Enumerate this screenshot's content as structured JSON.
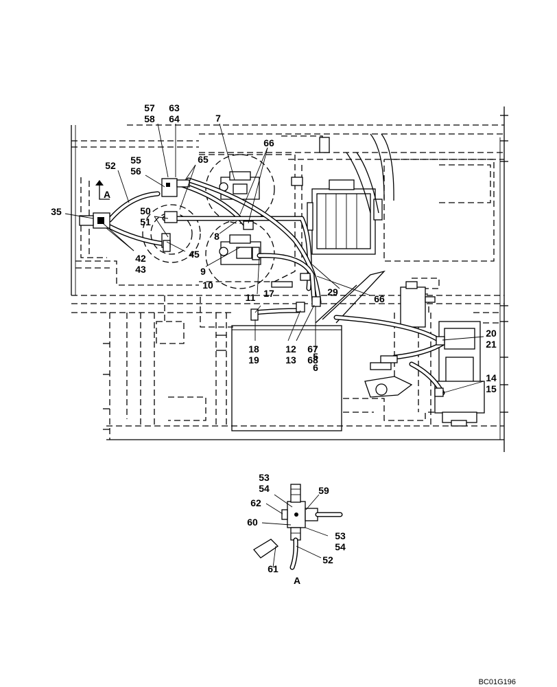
{
  "drawing_code": "BC01G196",
  "detail": {
    "view_label": "A"
  },
  "callouts": [
    {
      "key": "c57_58",
      "lines": [
        "57",
        "58"
      ]
    },
    {
      "key": "c63_64",
      "lines": [
        "63",
        "64"
      ]
    },
    {
      "key": "c7",
      "lines": [
        "7"
      ]
    },
    {
      "key": "c66a",
      "lines": [
        "66"
      ]
    },
    {
      "key": "c55_56",
      "lines": [
        "55",
        "56"
      ]
    },
    {
      "key": "c65",
      "lines": [
        "65"
      ]
    },
    {
      "key": "c52",
      "lines": [
        "52"
      ]
    },
    {
      "key": "cA",
      "lines": [
        "A"
      ]
    },
    {
      "key": "c35",
      "lines": [
        "35"
      ]
    },
    {
      "key": "c50_51",
      "lines": [
        "50",
        "51"
      ]
    },
    {
      "key": "c8",
      "lines": [
        "8"
      ]
    },
    {
      "key": "c45",
      "lines": [
        "45"
      ]
    },
    {
      "key": "c42_43",
      "lines": [
        "42",
        "43"
      ]
    },
    {
      "key": "c9",
      "lines": [
        "9"
      ]
    },
    {
      "key": "c10",
      "lines": [
        "10"
      ]
    },
    {
      "key": "c11",
      "lines": [
        "11"
      ]
    },
    {
      "key": "c17",
      "lines": [
        "17"
      ]
    },
    {
      "key": "c29",
      "lines": [
        "29"
      ]
    },
    {
      "key": "c66b",
      "lines": [
        "66"
      ]
    },
    {
      "key": "c18_19",
      "lines": [
        "18",
        "19"
      ]
    },
    {
      "key": "c12_13",
      "lines": [
        "12",
        "13"
      ]
    },
    {
      "key": "c67_68",
      "lines": [
        "67",
        "68"
      ]
    },
    {
      "key": "c5_6",
      "lines": [
        "5",
        "6"
      ]
    },
    {
      "key": "c20_21",
      "lines": [
        "20",
        "21"
      ]
    },
    {
      "key": "c14_15",
      "lines": [
        "14",
        "15"
      ]
    },
    {
      "key": "d53_54a",
      "lines": [
        "53",
        "54"
      ]
    },
    {
      "key": "d59",
      "lines": [
        "59"
      ]
    },
    {
      "key": "d62",
      "lines": [
        "62"
      ]
    },
    {
      "key": "d60",
      "lines": [
        "60"
      ]
    },
    {
      "key": "d53_54b",
      "lines": [
        "53",
        "54"
      ]
    },
    {
      "key": "d52",
      "lines": [
        "52"
      ]
    },
    {
      "key": "d61",
      "lines": [
        "61"
      ]
    }
  ]
}
